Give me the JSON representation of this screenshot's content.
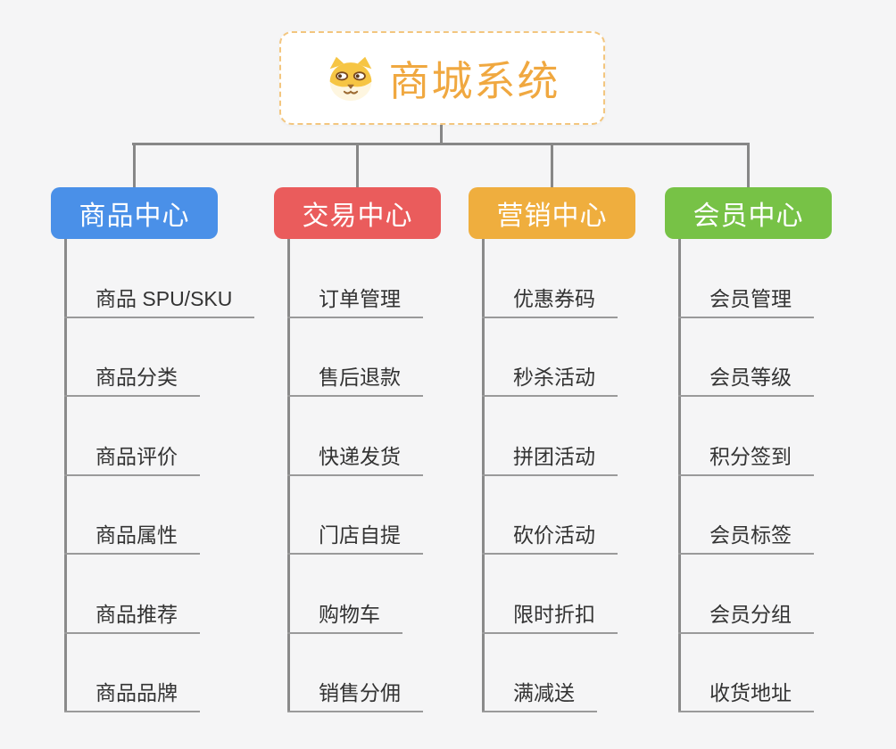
{
  "root": {
    "title": "商城系统",
    "icon": "shiba-dog-face-icon",
    "text_color": "#f0a840",
    "border_color": "#f3c67f"
  },
  "colors": {
    "background": "#f5f5f6",
    "connector": "#878787",
    "underline": "#9a9a9a",
    "topic_text": "#333333"
  },
  "branches": [
    {
      "label": "商品中心",
      "color": "#4a90e8",
      "items": [
        "商品 SPU/SKU",
        "商品分类",
        "商品评价",
        "商品属性",
        "商品推荐",
        "商品品牌"
      ]
    },
    {
      "label": "交易中心",
      "color": "#ea5c5c",
      "items": [
        "订单管理",
        "售后退款",
        "快递发货",
        "门店自提",
        "购物车",
        "销售分佣"
      ]
    },
    {
      "label": "营销中心",
      "color": "#efae3e",
      "items": [
        "优惠券码",
        "秒杀活动",
        "拼团活动",
        "砍价活动",
        "限时折扣",
        "满减送"
      ]
    },
    {
      "label": "会员中心",
      "color": "#77c246",
      "items": [
        "会员管理",
        "会员等级",
        "积分签到",
        "会员标签",
        "会员分组",
        "收货地址"
      ]
    }
  ]
}
